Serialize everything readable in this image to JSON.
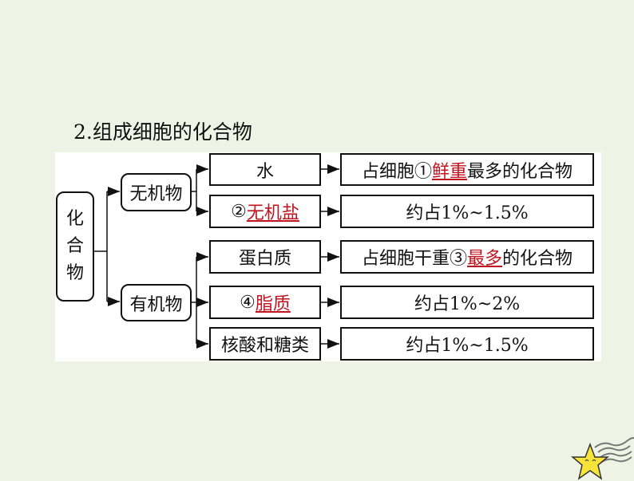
{
  "title": "2.组成细胞的化合物",
  "root": [
    "化",
    "合",
    "物"
  ],
  "groups": {
    "inorganic": "无机物",
    "organic": "有机物"
  },
  "items": [
    {
      "pre": "",
      "red": "",
      "post": "水",
      "desc_pre": "占细胞①",
      "desc_red": "鲜重",
      "desc_post": "最多的化合物"
    },
    {
      "pre": "②",
      "red": "无机盐",
      "post": "",
      "desc_pre": "约占1%~1.5%",
      "desc_red": "",
      "desc_post": ""
    },
    {
      "pre": "",
      "red": "",
      "post": "蛋白质",
      "desc_pre": "占细胞干重③",
      "desc_red": "最多",
      "desc_post": "的化合物"
    },
    {
      "pre": "④",
      "red": "脂质",
      "post": "",
      "desc_pre": "约占1%~2%",
      "desc_red": "",
      "desc_post": ""
    },
    {
      "pre": "",
      "red": "",
      "post": "核酸和糖类",
      "desc_pre": "约占1%~1.5%",
      "desc_red": "",
      "desc_post": ""
    }
  ],
  "colors": {
    "accent": "#c0141e",
    "background": "#eef3e5"
  }
}
